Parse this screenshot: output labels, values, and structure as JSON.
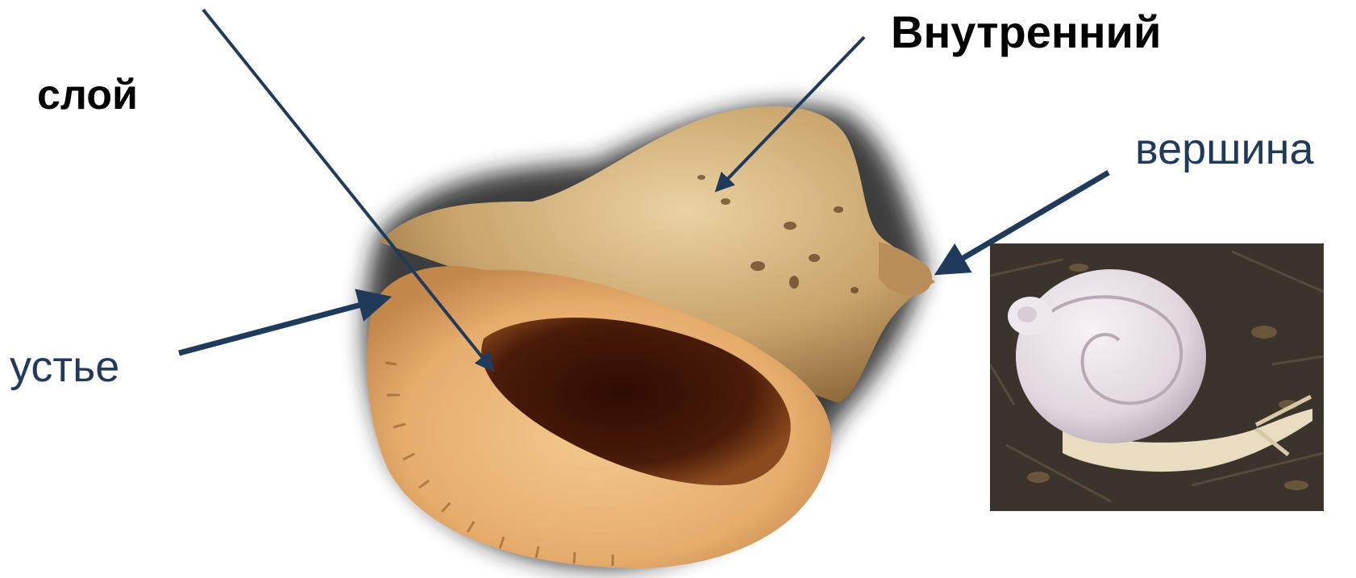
{
  "labels": {
    "sloy": "слой",
    "vnutrenniy": "Внутренний",
    "vershina": "вершина",
    "ustye": "устье"
  },
  "colors": {
    "arrow": "#1f3a5b",
    "shell_outer": "#c9a36b",
    "shell_inner": "#e6b479",
    "aperture_dark": "#4a1b08",
    "snail_bg": "#3b342c",
    "snail_shell": "#e7dfe6"
  }
}
